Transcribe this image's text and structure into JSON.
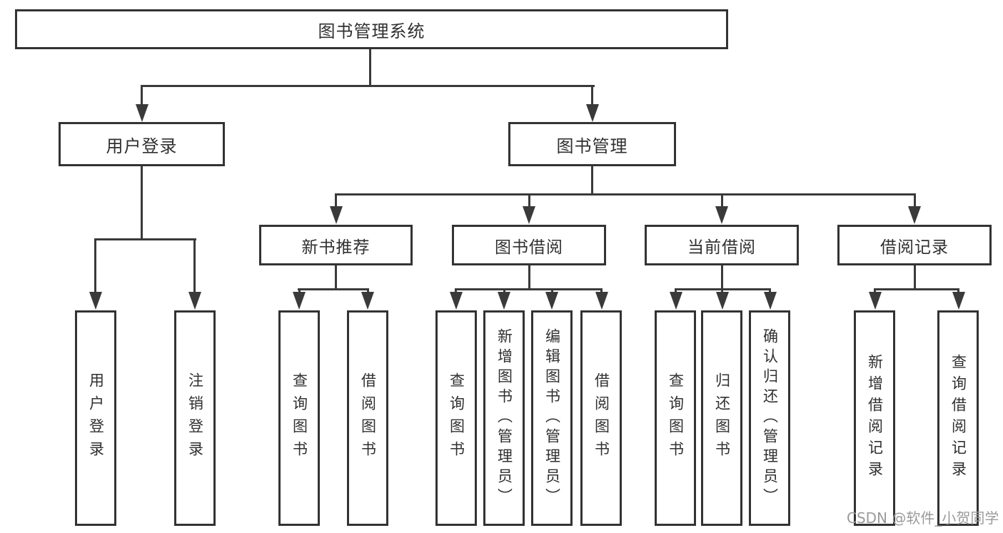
{
  "tree": {
    "label": "图书管理系统",
    "children": [
      {
        "label": "用户登录",
        "children": [
          {
            "label": "用户登录"
          },
          {
            "label": "注销登录"
          }
        ]
      },
      {
        "label": "图书管理",
        "children": [
          {
            "label": "新书推荐",
            "children": [
              {
                "label": "查询图书"
              },
              {
                "label": "借阅图书"
              }
            ]
          },
          {
            "label": "图书借阅",
            "children": [
              {
                "label": "查询图书"
              },
              {
                "label": "新增图书（管理员）"
              },
              {
                "label": "编辑图书（管理员）"
              },
              {
                "label": "借阅图书"
              }
            ]
          },
          {
            "label": "当前借阅",
            "children": [
              {
                "label": "查询图书"
              },
              {
                "label": "归还图书"
              },
              {
                "label": "确认归还（管理员）"
              }
            ]
          },
          {
            "label": "借阅记录",
            "children": [
              {
                "label": "新增借阅记录"
              },
              {
                "label": "查询借阅记录"
              }
            ]
          }
        ]
      }
    ]
  },
  "watermark": {
    "text": "CSDN @软件_小贺同学"
  },
  "colors": {
    "background": "#ffffff",
    "box_border": "#333333",
    "line": "#3a3a3a",
    "text": "#303030",
    "watermark_text": "#9b9b9b"
  }
}
